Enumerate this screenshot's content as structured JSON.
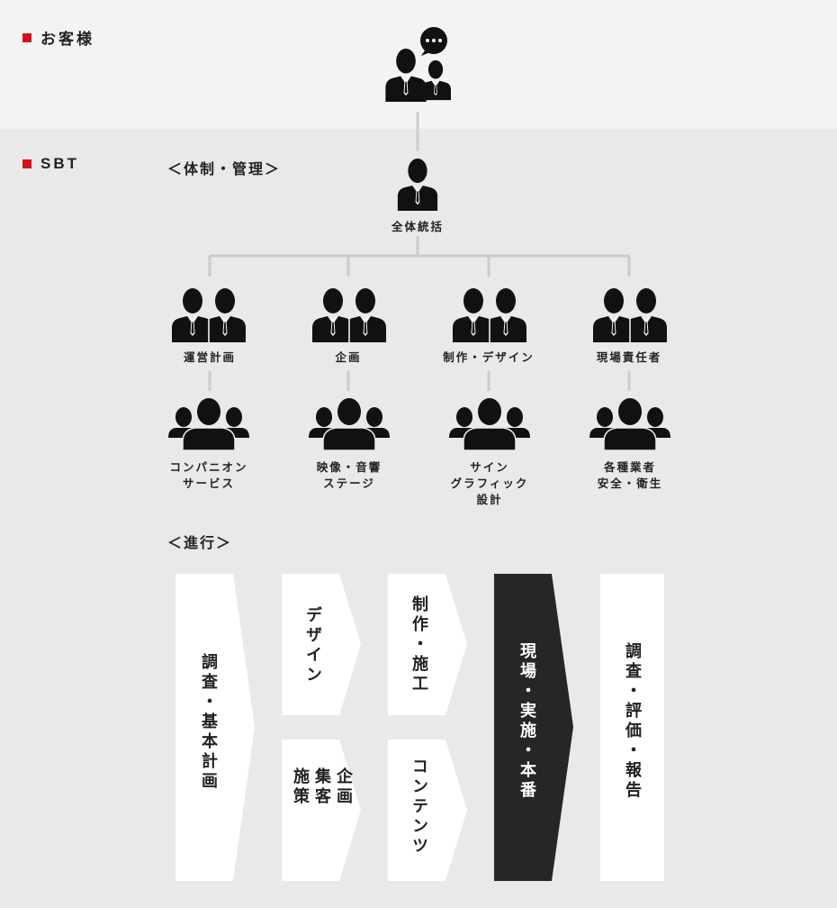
{
  "customer": {
    "label": "お客様"
  },
  "sbt": {
    "label": "SBT",
    "management_title": "＜体制・管理＞",
    "top_role": "全体統括",
    "departments": [
      {
        "name": "運営計画",
        "team_line1": "コンパニオン",
        "team_line2": "サービス",
        "team_line3": ""
      },
      {
        "name": "企画",
        "team_line1": "映像・音響",
        "team_line2": "ステージ",
        "team_line3": ""
      },
      {
        "name": "制作・デザイン",
        "team_line1": "サイン",
        "team_line2": "グラフィック",
        "team_line3": "設計"
      },
      {
        "name": "現場責任者",
        "team_line1": "各種業者",
        "team_line2": "安全・衛生",
        "team_line3": ""
      }
    ]
  },
  "progress": {
    "title": "＜進行＞",
    "steps": [
      {
        "text": "調査・基本計画",
        "style": "white"
      },
      {
        "text": "デザイン",
        "style": "white"
      },
      {
        "text": "企画集客施策",
        "style": "white"
      },
      {
        "text": "制作・施工",
        "style": "white"
      },
      {
        "text": "コンテンツ",
        "style": "white"
      },
      {
        "text": "現場・実施・本番",
        "style": "dark"
      },
      {
        "text": "調査・評価・報告",
        "style": "white"
      }
    ]
  },
  "colors": {
    "accent": "#d0121b",
    "dark_step": "#262626",
    "connector": "#cccccc"
  }
}
